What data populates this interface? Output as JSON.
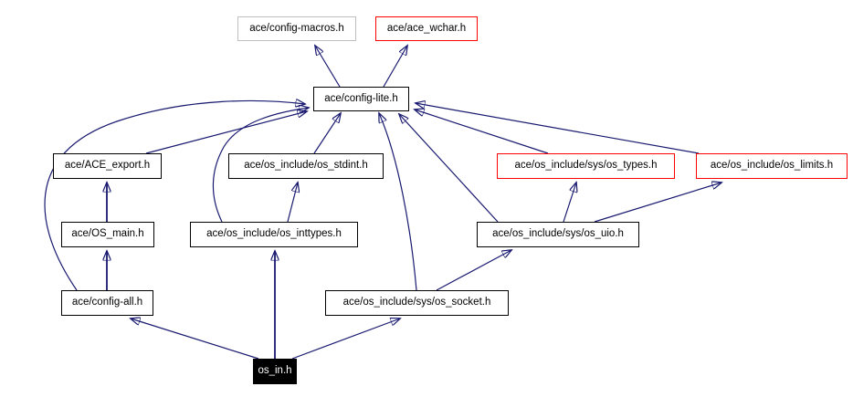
{
  "diagram": {
    "type": "include-dependency-graph",
    "root_file": "os_in.h",
    "colors": {
      "edge": "#191970",
      "node_border_default": "#000000",
      "node_border_highlight": "#ff0000",
      "node_border_muted": "#bfbfbf",
      "node_fill": "#ffffff",
      "node_text": "#000000",
      "root_fill": "#000000",
      "root_text": "#ffffff"
    },
    "nodes": [
      {
        "id": "config-macros",
        "label": "ace/config-macros.h",
        "style": "muted"
      },
      {
        "id": "ace-wchar",
        "label": "ace/ace_wchar.h",
        "style": "highlight"
      },
      {
        "id": "config-lite",
        "label": "ace/config-lite.h",
        "style": "default"
      },
      {
        "id": "ace-export",
        "label": "ace/ACE_export.h",
        "style": "default"
      },
      {
        "id": "os-stdint",
        "label": "ace/os_include/os_stdint.h",
        "style": "default"
      },
      {
        "id": "os-types",
        "label": "ace/os_include/sys/os_types.h",
        "style": "highlight"
      },
      {
        "id": "os-limits",
        "label": "ace/os_include/os_limits.h",
        "style": "highlight"
      },
      {
        "id": "os-main",
        "label": "ace/OS_main.h",
        "style": "default"
      },
      {
        "id": "os-inttypes",
        "label": "ace/os_include/os_inttypes.h",
        "style": "default"
      },
      {
        "id": "os-uio",
        "label": "ace/os_include/sys/os_uio.h",
        "style": "default"
      },
      {
        "id": "config-all",
        "label": "ace/config-all.h",
        "style": "default"
      },
      {
        "id": "os-socket",
        "label": "ace/os_include/sys/os_socket.h",
        "style": "default"
      },
      {
        "id": "os-in",
        "label": "os_in.h",
        "style": "root"
      }
    ],
    "edges": [
      {
        "from": "ace/config-lite.h",
        "to": "ace/config-macros.h"
      },
      {
        "from": "ace/config-lite.h",
        "to": "ace/ace_wchar.h"
      },
      {
        "from": "ace/ACE_export.h",
        "to": "ace/config-lite.h"
      },
      {
        "from": "ace/os_include/os_stdint.h",
        "to": "ace/config-lite.h"
      },
      {
        "from": "ace/os_include/sys/os_types.h",
        "to": "ace/config-lite.h"
      },
      {
        "from": "ace/os_include/os_limits.h",
        "to": "ace/config-lite.h"
      },
      {
        "from": "ace/os_include/os_inttypes.h",
        "to": "ace/config-lite.h"
      },
      {
        "from": "ace/os_include/sys/os_uio.h",
        "to": "ace/config-lite.h"
      },
      {
        "from": "ace/os_include/sys/os_socket.h",
        "to": "ace/config-lite.h"
      },
      {
        "from": "ace/config-all.h",
        "to": "ace/config-lite.h"
      },
      {
        "from": "ace/OS_main.h",
        "to": "ace/ACE_export.h"
      },
      {
        "from": "ace/config-all.h",
        "to": "ace/OS_main.h"
      },
      {
        "from": "ace/os_include/os_inttypes.h",
        "to": "ace/os_include/os_stdint.h"
      },
      {
        "from": "ace/os_include/sys/os_uio.h",
        "to": "ace/os_include/sys/os_types.h"
      },
      {
        "from": "ace/os_include/sys/os_uio.h",
        "to": "ace/os_include/os_limits.h"
      },
      {
        "from": "ace/os_include/sys/os_socket.h",
        "to": "ace/os_include/sys/os_uio.h"
      },
      {
        "from": "os_in.h",
        "to": "ace/config-all.h"
      },
      {
        "from": "os_in.h",
        "to": "ace/os_include/os_inttypes.h"
      },
      {
        "from": "os_in.h",
        "to": "ace/os_include/sys/os_socket.h"
      }
    ]
  }
}
